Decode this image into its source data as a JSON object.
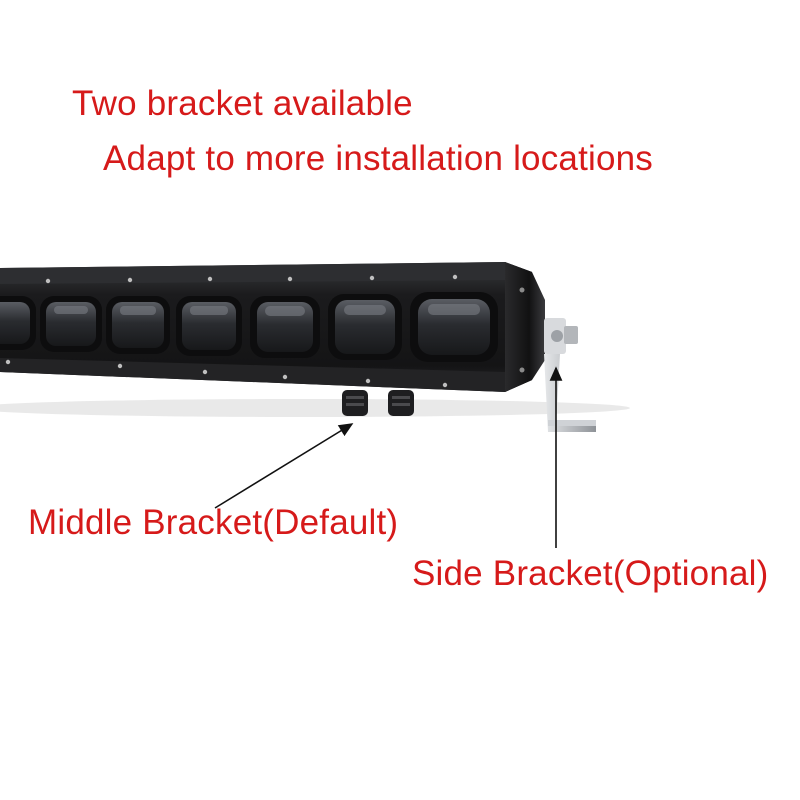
{
  "heading": {
    "line1": "Two bracket available",
    "line2": "Adapt to more installation locations"
  },
  "annotations": {
    "middle_bracket": "Middle Bracket(Default)",
    "side_bracket": "Side Bracket(Optional)"
  },
  "colors": {
    "caption_text": "#d61a1a",
    "arrow": "#111111",
    "background": "#ffffff",
    "housing": "#1c1c1e",
    "lens": "#2a2c30",
    "bracket_steel": "#c9ccd0"
  }
}
